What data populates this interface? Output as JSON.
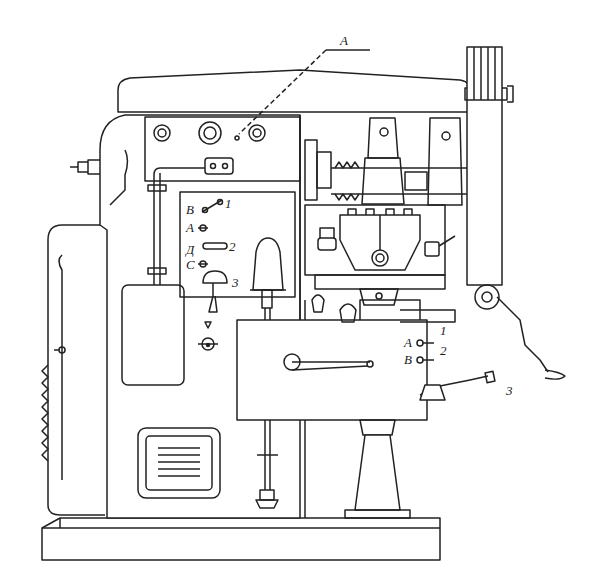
{
  "diagram": {
    "labels": [
      "А",
      "В",
      "1",
      "А",
      "Д",
      "2",
      "С",
      "3",
      "А",
      "1",
      "В",
      "2",
      "3"
    ]
  }
}
